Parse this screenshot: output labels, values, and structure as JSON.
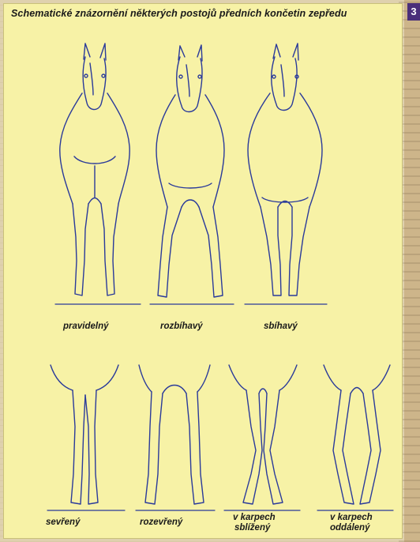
{
  "page": {
    "title": "Schematické znázornění některých postojů předních končetin zepředu",
    "corner_number": "3"
  },
  "top_row": [
    {
      "label": "pravidelný"
    },
    {
      "label": "rozbíhavý"
    },
    {
      "label": "sbíhavý"
    }
  ],
  "bottom_row": [
    {
      "label": "sevřený"
    },
    {
      "label": "rozevřený"
    },
    {
      "label_line1": "v karpech",
      "label_line2": "sblížený"
    },
    {
      "label_line1": "v karpech",
      "label_line2": "oddálený"
    }
  ],
  "colors": {
    "line": "#2a3a9a",
    "card": "#f7f2a6",
    "page": "#dfd1ae",
    "tab": "#4a2f7a"
  }
}
